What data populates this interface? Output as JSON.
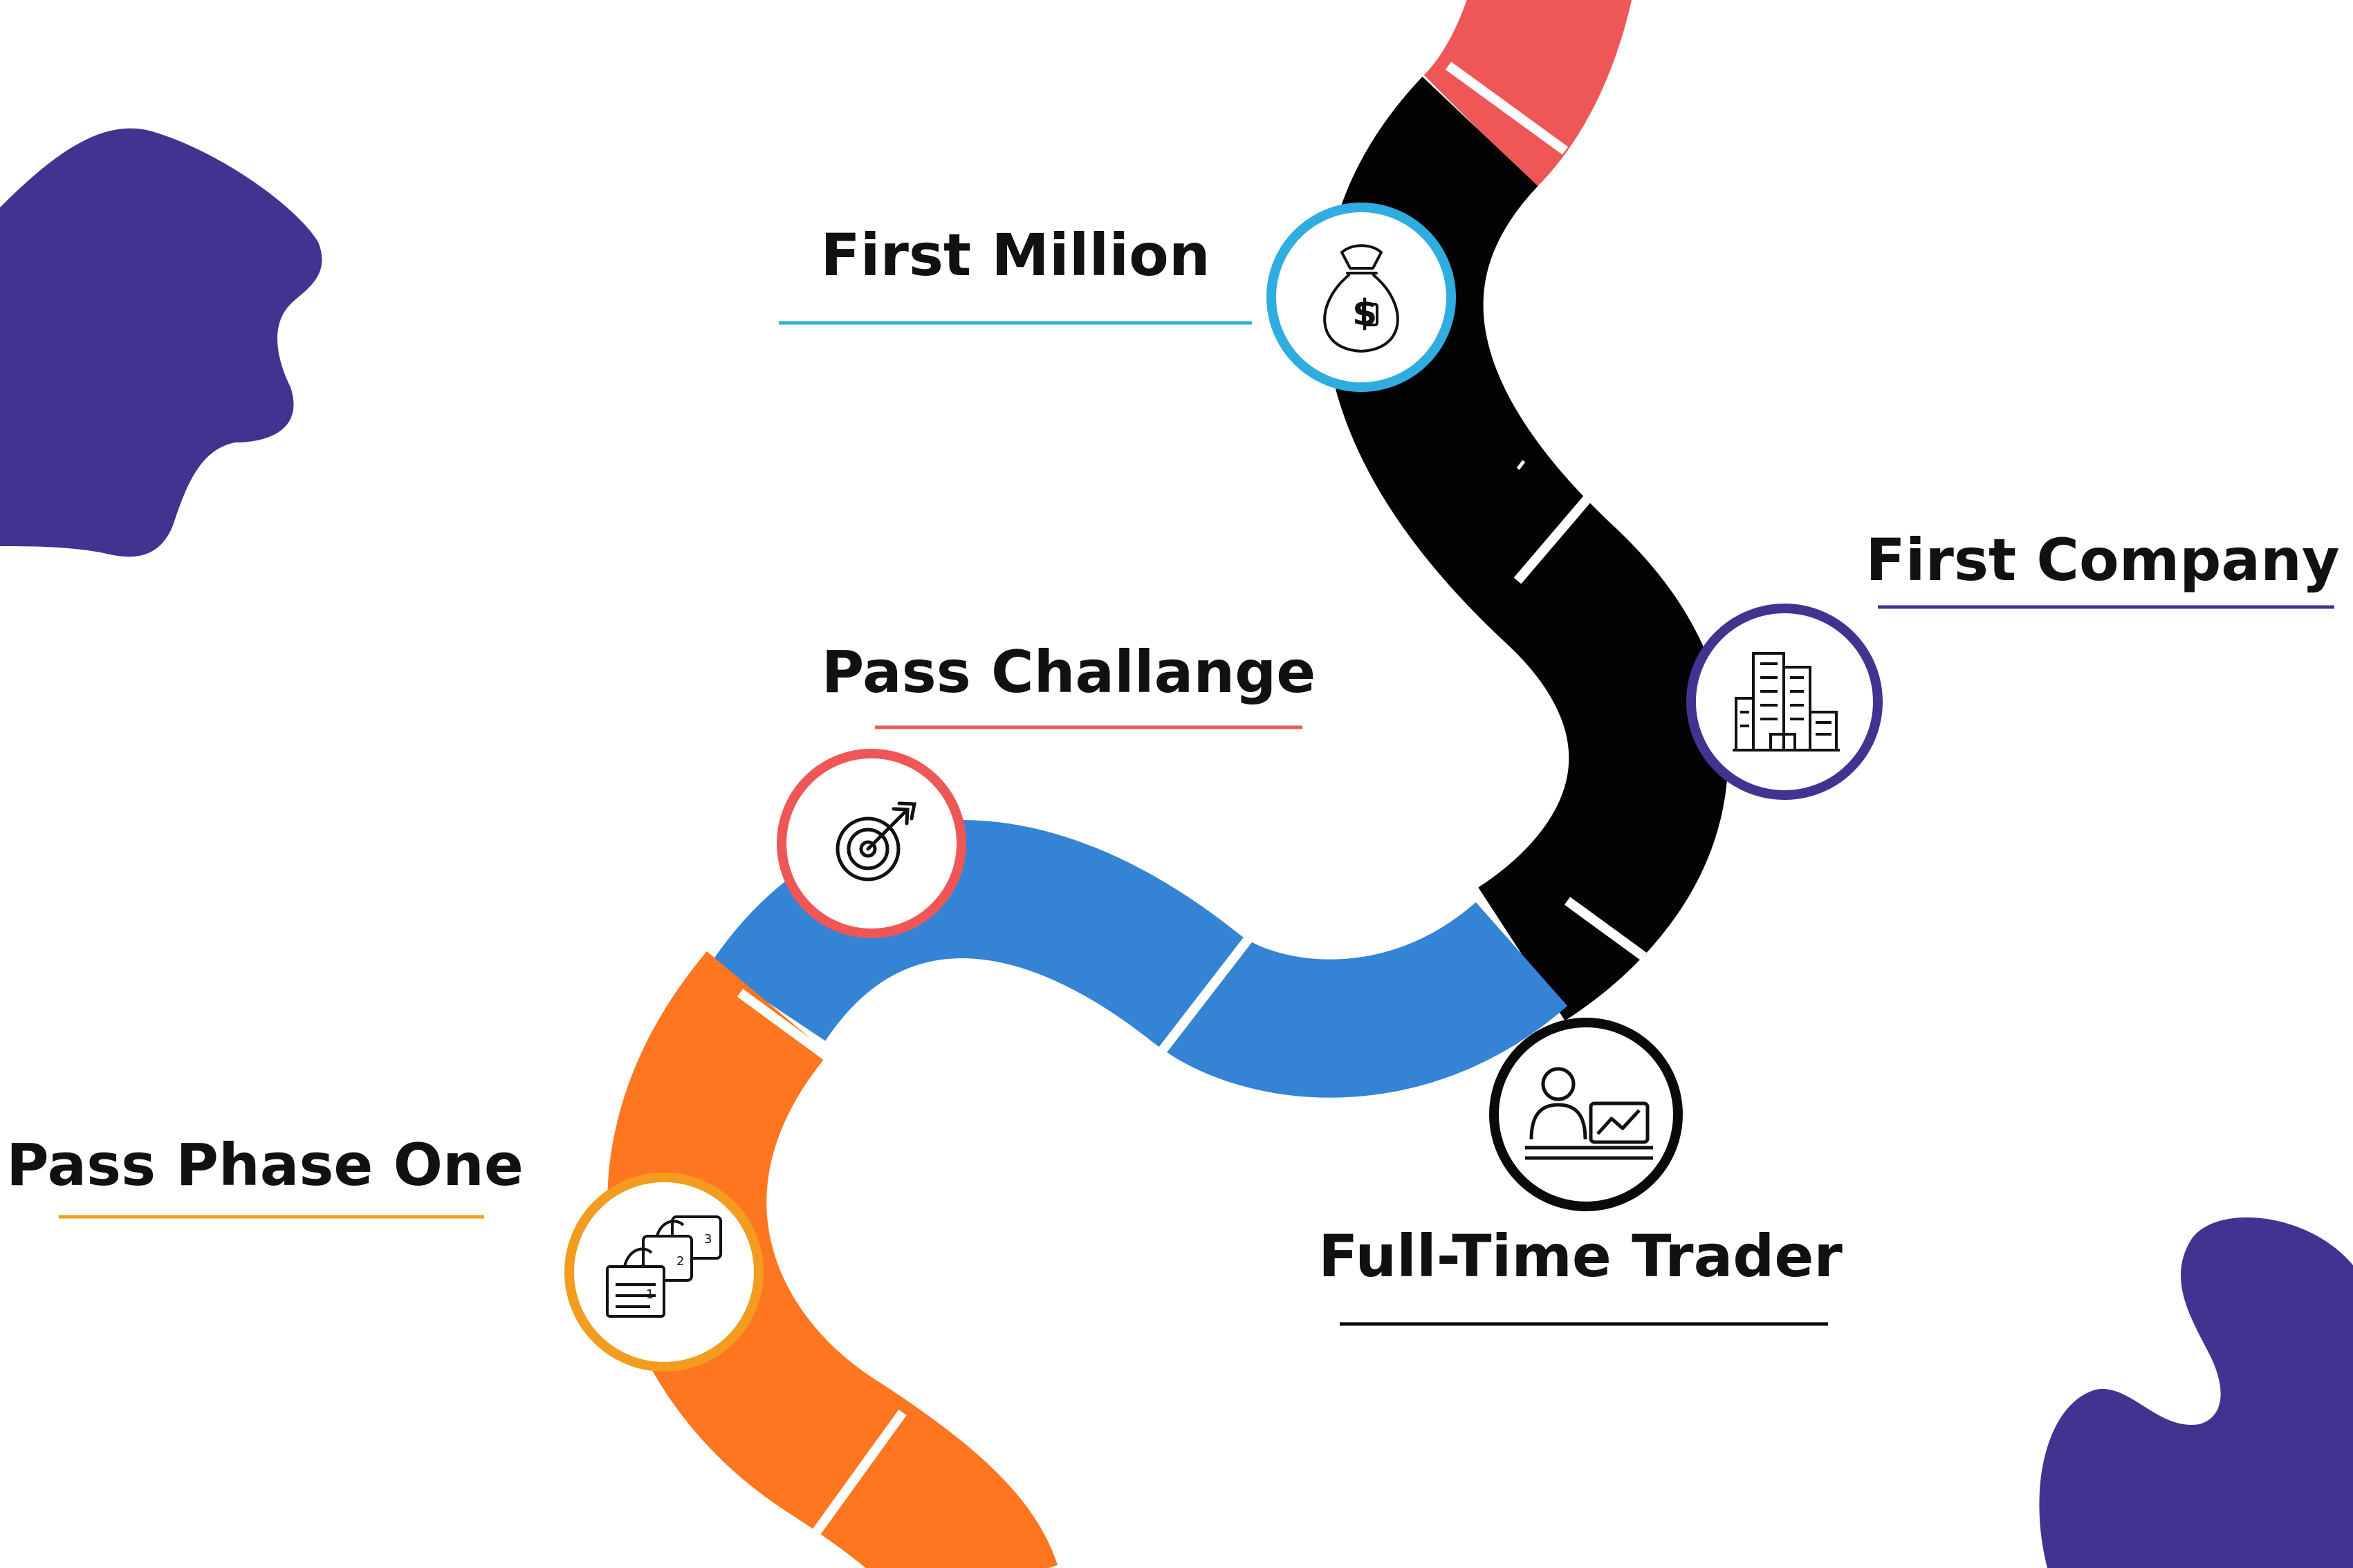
{
  "colors": {
    "background": "#ffffff",
    "blob": "#433391",
    "road_red": "#ef5757",
    "road_black": "#030303",
    "road_blue": "#3583d5",
    "road_orange": "#fe7720",
    "separator": "#ffffff"
  },
  "milestones": [
    {
      "key": "first_million",
      "label": "First Million",
      "color": "#30ade0",
      "icon": "money-bag-icon"
    },
    {
      "key": "first_company",
      "label": "First Company",
      "color": "#433391",
      "icon": "office-buildings-icon"
    },
    {
      "key": "pass_challenge",
      "label": "Pass Challange",
      "color": "#ef5757",
      "icon": "target-dart-icon"
    },
    {
      "key": "full_time_trader",
      "label": "Full-Time Trader",
      "color": "#0a0a0a",
      "icon": "trader-at-laptop-icon"
    },
    {
      "key": "pass_phase_one",
      "label": "Pass Phase One",
      "color": "#f39c1f",
      "icon": "stacked-checklist-icon"
    }
  ]
}
